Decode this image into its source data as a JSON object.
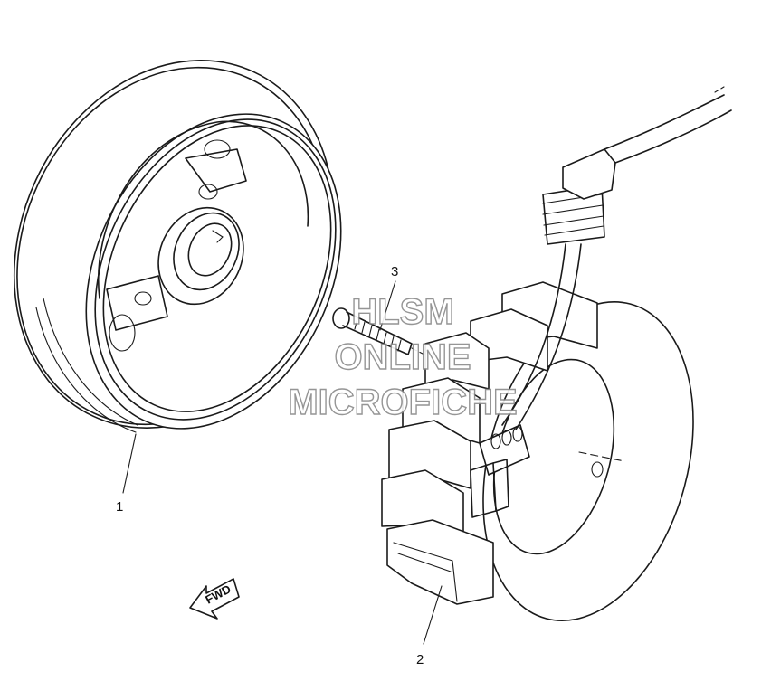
{
  "callouts": {
    "part1": "1",
    "part2": "2",
    "part3": "3"
  },
  "fwd_label": "FWD",
  "watermark": {
    "line1": "HLSM",
    "line2": "ONLINE",
    "line3": "MICROFICHE"
  },
  "colors": {
    "line": "#1a1a1a",
    "watermark_outline": "#8a8a8a",
    "background": "#ffffff"
  }
}
